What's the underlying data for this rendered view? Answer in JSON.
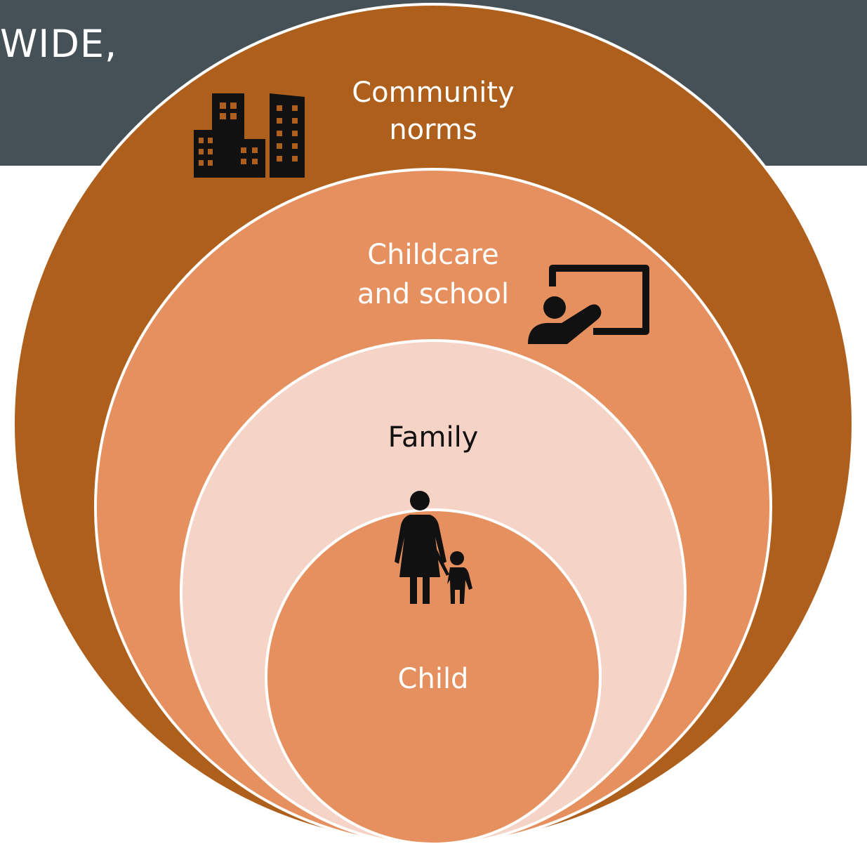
{
  "header": {
    "title_fragment": "WIDE,"
  },
  "diagram": {
    "layers": [
      {
        "id": "community",
        "label_lines": [
          "Community",
          "norms"
        ],
        "fill": "#AE5F1B",
        "text_color": "#ffffff",
        "icon": "city-buildings-icon"
      },
      {
        "id": "childcare",
        "label_lines": [
          "Childcare",
          "and school"
        ],
        "fill": "#E5905E",
        "text_color": "#ffffff",
        "icon": "teacher-board-icon"
      },
      {
        "id": "family",
        "label_lines": [
          "Family"
        ],
        "fill": "#F5D3C6",
        "text_color": "#111111",
        "icon": "parent-child-icon"
      },
      {
        "id": "child",
        "label_lines": [
          "Child"
        ],
        "fill": "#E5905E",
        "text_color": "#ffffff",
        "icon": ""
      }
    ],
    "colors": {
      "banner": "#465157",
      "outline": "#ffffff",
      "icon": "#111111"
    }
  }
}
